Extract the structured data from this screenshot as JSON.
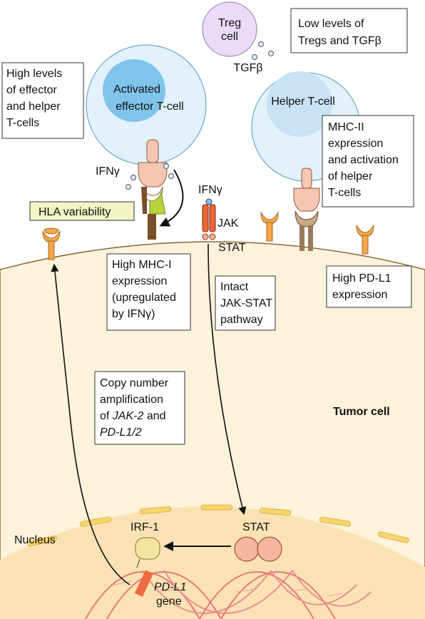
{
  "title": "",
  "cells": {
    "treg": {
      "line1": "Treg",
      "line2": "cell"
    },
    "effector": {
      "line1": "Activated",
      "line2": "effector T-cell"
    },
    "helper": {
      "label": "Helper T-cell"
    },
    "tumor": {
      "label": "Tumor cell"
    },
    "nucleus": {
      "label": "Nucleus"
    }
  },
  "molecules": {
    "tgfb": "TGFβ",
    "ifng_left": "IFNγ",
    "ifng_right": "IFNγ",
    "jak": "JAK",
    "stat_membrane": "STAT",
    "stat_nuclear": "STAT",
    "irf1": "IRF-1",
    "gene_italic": "PD-L1",
    "gene": "gene"
  },
  "boxes": {
    "treg_levels": [
      "Low levels of",
      "Tregs and TGFβ"
    ],
    "effector_levels": [
      "High levels",
      "of effector",
      "and helper",
      "T-cells"
    ],
    "mhc2": [
      "MHC-II",
      "expression",
      "and activation",
      "of helper",
      "T-cells"
    ],
    "hla": "HLA variability",
    "mhc1": [
      "High MHC-I",
      "expression",
      "(upregulated",
      "by IFNγ)"
    ],
    "jakstat": [
      "Intact",
      "JAK-STAT",
      "pathway"
    ],
    "pdl1": [
      "High PD-L1",
      "expression"
    ],
    "copy": {
      "line1": "Copy number",
      "line2": "amplification",
      "line3_prefix": "of ",
      "line3_italic": "JAK-2",
      "line3_suffix": " and",
      "line4_italic": "PD-L1/2"
    }
  },
  "colors": {
    "tumor_fill": "#fdf2da",
    "nucleus_fill": "#fbe2b4",
    "cell_fill": "#e3f1fb",
    "cell_inner": "#7fc4ea",
    "treg_fill": "#eadcf7",
    "orange": "#f4a64a",
    "brown": "#7b4e2b",
    "green": "#b9d13a",
    "pink": "#f6c6b2",
    "jak_red": "#e8673d",
    "stat_pink": "#f6b59e",
    "irf_yellow": "#f7e3a0",
    "hla_box": "#f2f5c4"
  },
  "icons": [
    "membrane-receptor-icon",
    "antibody-icon",
    "dna-helix-icon",
    "arrow-icon"
  ]
}
